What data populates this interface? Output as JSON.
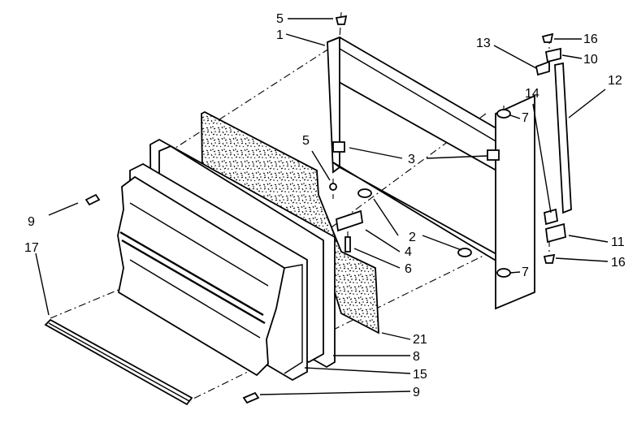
{
  "callouts": {
    "c1": "1",
    "c2": "2",
    "c3": "3",
    "c4": "4",
    "c5a": "5",
    "c5b": "5",
    "c6": "6",
    "c7a": "7",
    "c7b": "7",
    "c8": "8",
    "c9a": "9",
    "c9b": "9",
    "c10": "10",
    "c11": "11",
    "c12": "12",
    "c13": "13",
    "c14": "14",
    "c15": "15",
    "c16a": "16",
    "c16b": "16",
    "c17": "17",
    "c21": "21"
  }
}
